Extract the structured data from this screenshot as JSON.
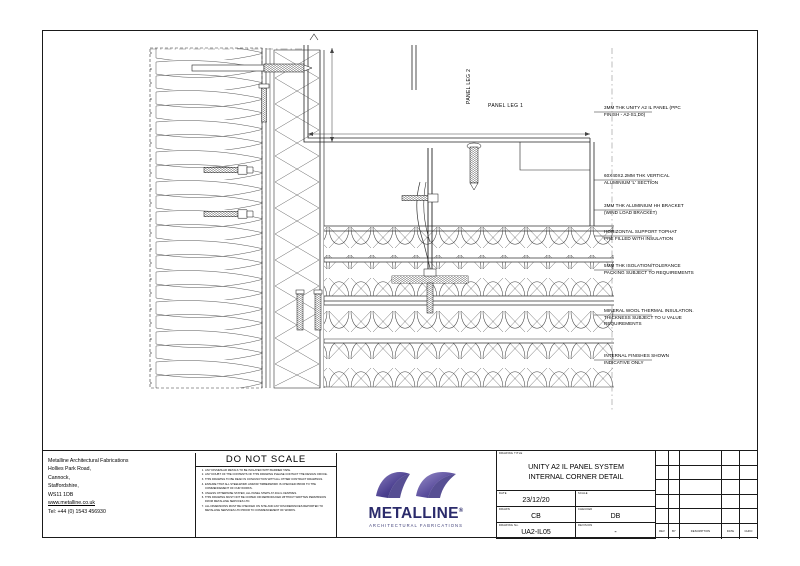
{
  "drawing": {
    "leg_labels": {
      "leg1": "PANEL LEG 1",
      "leg2": "PANEL LEG 2"
    },
    "callouts": [
      "3MM THK UNITY A2 IL PANEL (PPC\nFINISH - A2-S1,D0)",
      "60X40X2.2MM THK VERTICAL\nALUMINIUM 'L' SECTION",
      "3MM THK ALUMINIUM HH BRACKET\n(WIND LOAD BRACKET)",
      "HORIZONTAL SUPPORT TOPHAT\nPRE FILLED WITH INSULATION",
      "5MM THK ISOLATION/TOLERANCE\nPACKING SUBJECT TO REQUIREMENTS",
      "MINERAL WOOL THERMAL INSULATION.\nTHICKNESS SUBJECT TO U VALUE\nREQUIREMENTS",
      "INTERNAL FINISHES SHOWN\nINDICATIVE ONLY"
    ]
  },
  "company": {
    "name": "Metalline Architectural Fabrications",
    "address1": "Hollies Park Road,",
    "address2": "Cannock,",
    "address3": "Staffordshire,",
    "postcode": "WS11 1DB",
    "website": "www.metalline.co.uk",
    "telephone": "Tel: +44 (0) 1543 456930"
  },
  "notes": {
    "title": "DO NOT SCALE",
    "items": [
      "ANY DISSIMILAR METALS TO BE ISOLATED WITH BARRIER TAPE.",
      "ANY DOUBT OF THE CONTENTS OF THIS DRAWING PLEASE CONTACT THE DESIGN OFFICE.",
      "THIS DRAWING TO BE READ IN CONJUNCTION WITH ALL OTHER CONTRACT DRAWINGS.",
      "ENSURE THAT ALL STEELWORK AND/OR TIMBERWORK IS CHECKED PRIOR TO THE COMMENCEMENT OF OUR WORKS.",
      "UNLESS OTHERWISE STATED, ALL PANEL STEPS AT 40mm CENTRES.",
      "THIS DRAWING MUST NOT BE COPIED OR REPRODUCED WITHOUT WRITTEN PERMISSION FROM METALLINE SERVICES LTD.",
      "ALL DIMENSIONS MUST BE CHECKED ON SITE AND ANY DISCREPANCIES REPORTED TO METALLINE SERVICES LTD PRIOR TO COMMENCEMENT OF WORKS."
    ]
  },
  "logo": {
    "wordmark": "METALLINE",
    "registered": "®",
    "tagline": "ARCHITECTURAL FABRICATIONS",
    "brand_color": "#2b2b6b"
  },
  "title_block": {
    "drawing_title_label": "DRAWING TITLE",
    "drawing_title": "UNITY A2 IL PANEL SYSTEM\nINTERNAL CORNER DETAIL",
    "date_label": "DATE",
    "date": "23/12/20",
    "scale_label": "SCALE",
    "scale": "",
    "drawn_label": "DRAWN",
    "drawn": "CB",
    "checked_label": "CHECKED",
    "checked": "DB",
    "drawing_no_label": "DRAWING No.",
    "drawing_no": "UA2-IL05",
    "revision_label": "REVISION",
    "revision": "-"
  },
  "revision_table": {
    "headers": [
      "REV",
      "BY",
      "DESCRIPTION",
      "DATE",
      "CHKD"
    ],
    "rows": [
      [
        "",
        "",
        "",
        "",
        ""
      ],
      [
        "",
        "",
        "",
        "",
        ""
      ],
      [
        "",
        "",
        "",
        "",
        ""
      ],
      [
        "",
        "",
        "",
        "",
        ""
      ],
      [
        "",
        "",
        "",
        "",
        ""
      ]
    ]
  }
}
